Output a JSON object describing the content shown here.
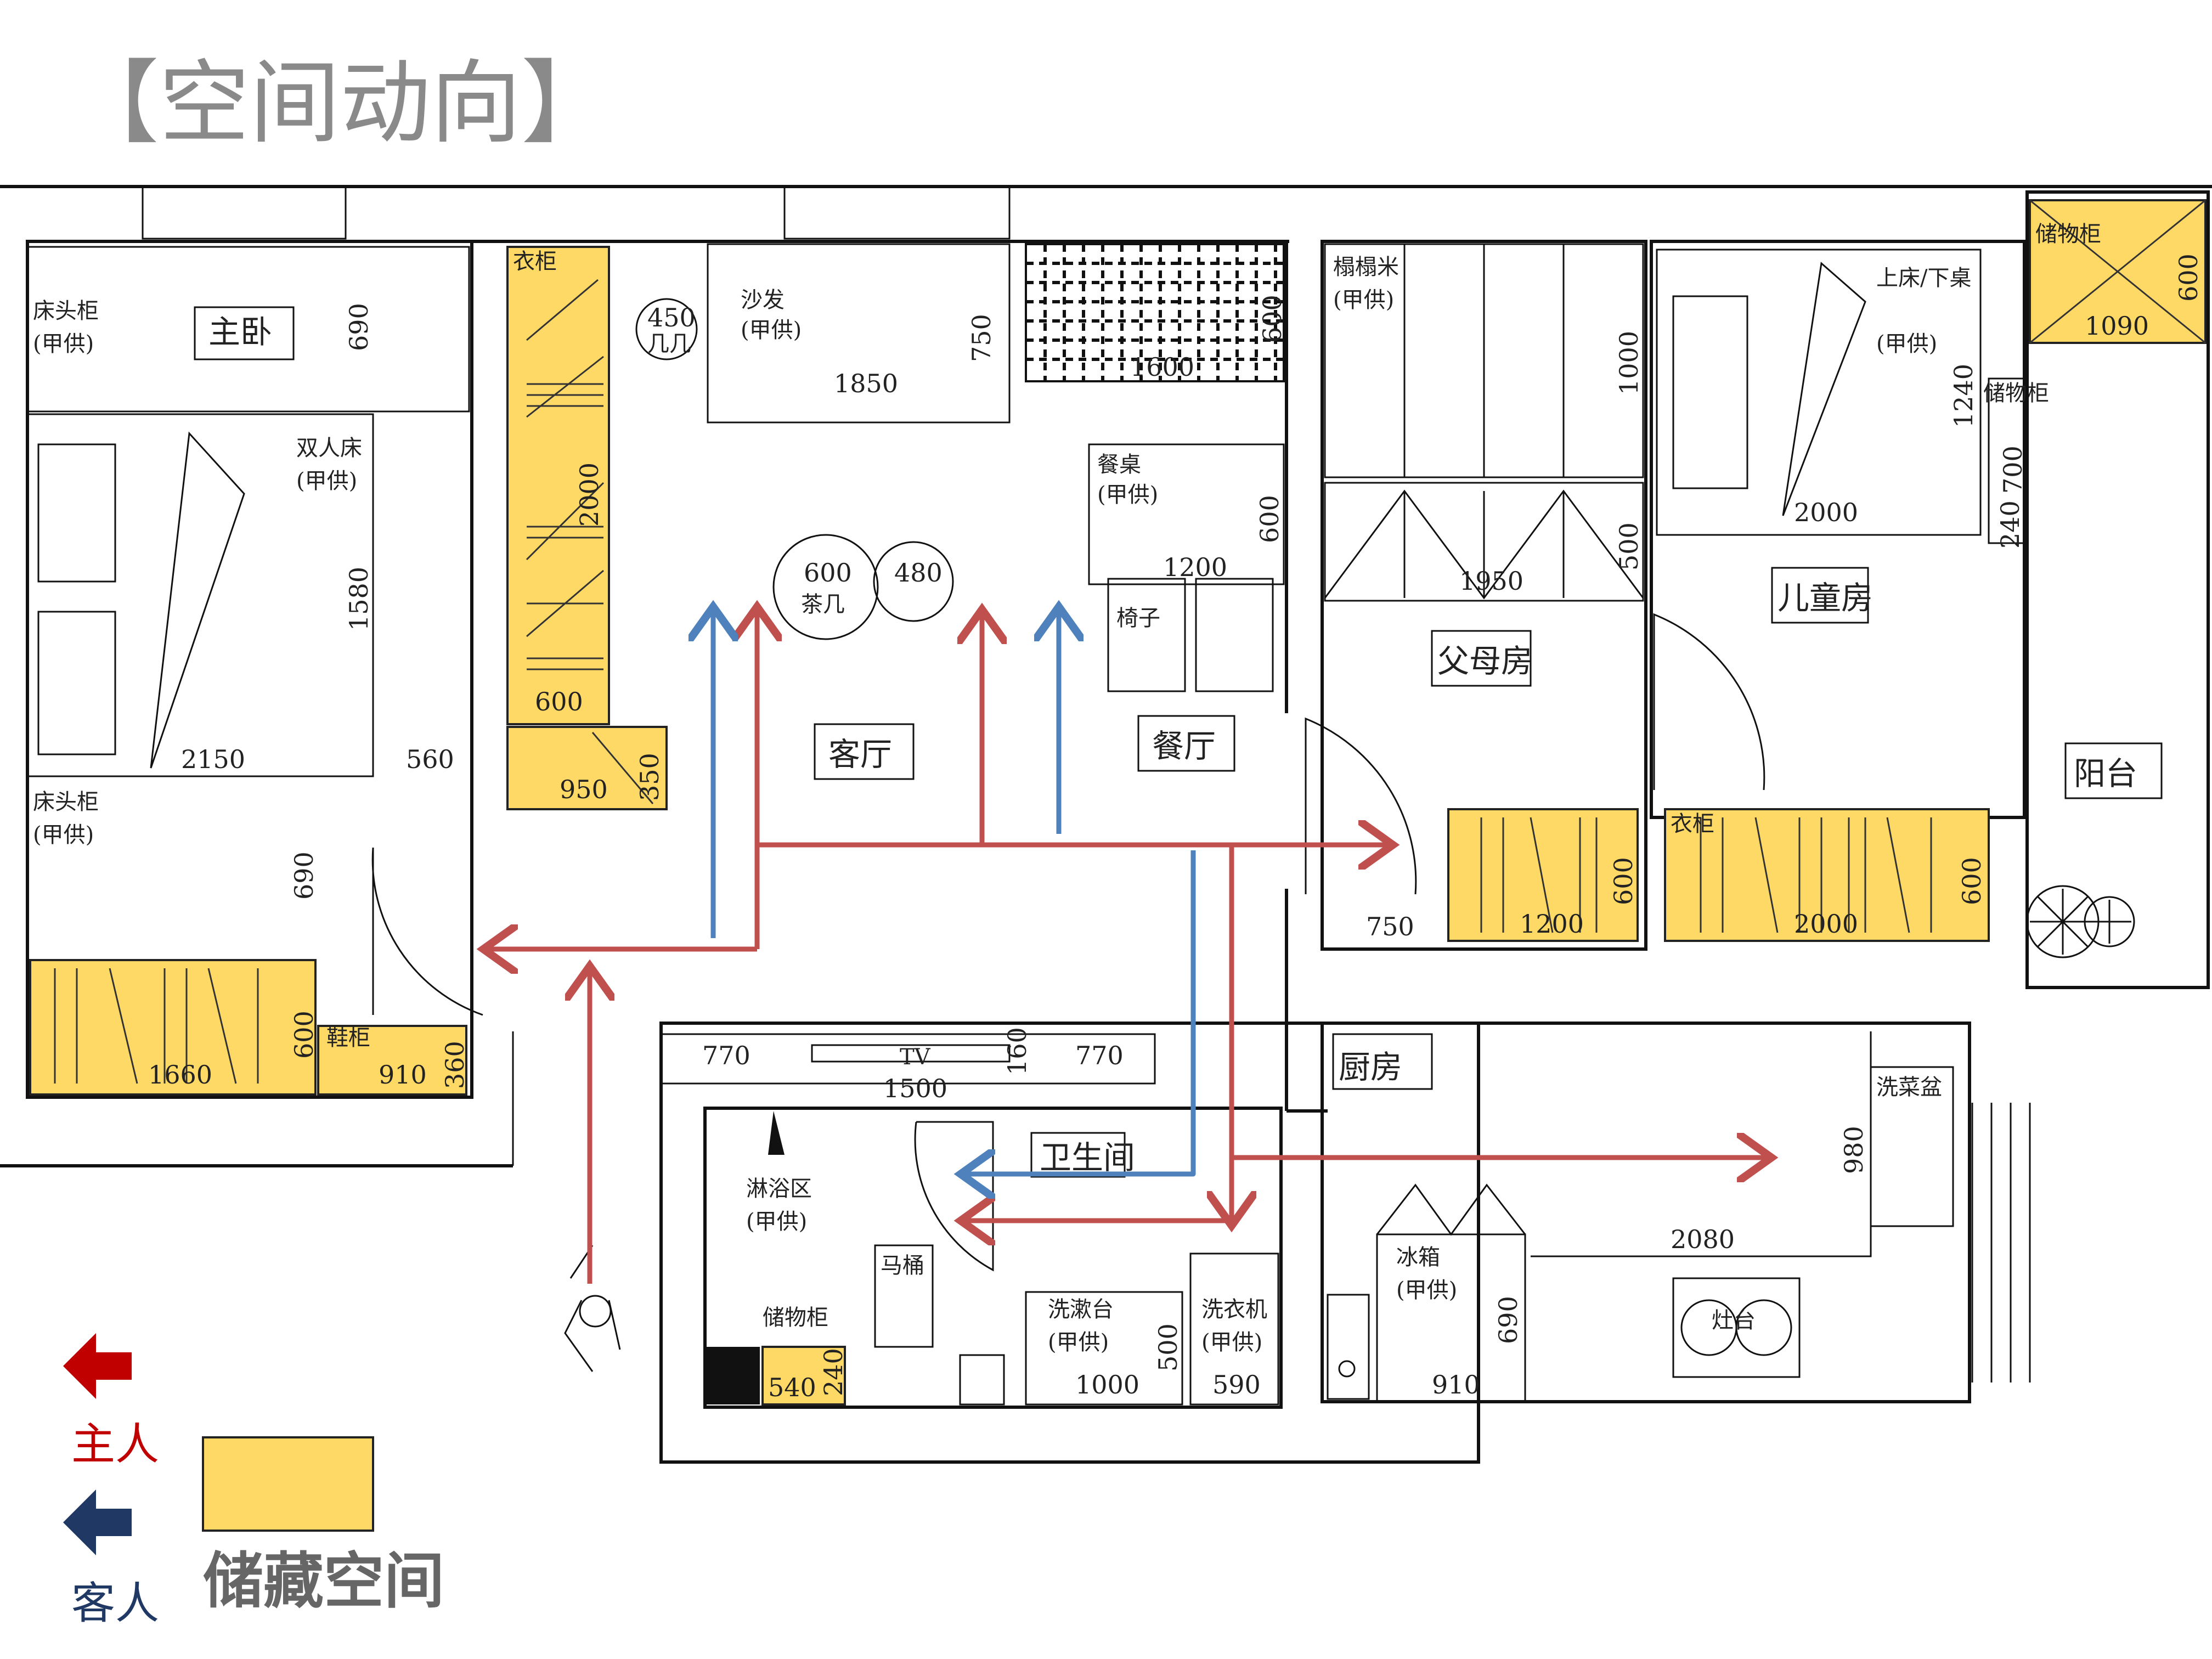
{
  "title": "【空间动向】",
  "rooms": {
    "master": "主卧",
    "living": "客厅",
    "dining": "餐厅",
    "parents": "父母房",
    "kids": "儿童房",
    "balcony": "阳台",
    "kitchen": "厨房",
    "bath": "卫生间"
  },
  "furniture": {
    "wardrobe": "衣柜",
    "item_tag": "(甲供)",
    "bedside": "床头柜",
    "double_bed": "双人床",
    "sofa": "沙发",
    "side_table": "几几",
    "coffee_table": "茶几",
    "dining_table": "餐桌",
    "chair": "椅子",
    "tatami": "榻榻米",
    "bed_desk": "上床/下桌",
    "storage_cab": "储物柜",
    "shoe_cab": "鞋柜",
    "shower": "淋浴区",
    "toilet": "马桶",
    "wash_basin": "洗漱台",
    "washer": "洗衣机",
    "fridge": "冰箱",
    "cooktop": "灶台",
    "sink": "洗菜盆",
    "tv": "TV"
  },
  "dims": {
    "d690a": "690",
    "d1580": "1580",
    "d2150": "2150",
    "d560": "560",
    "d690b": "690",
    "d1660": "1660",
    "d600a": "600",
    "d910a": "910",
    "d360": "360",
    "d2000a": "2000",
    "d600b": "600",
    "d950": "950",
    "d350": "350",
    "d450": "450",
    "d1850": "1850",
    "d750a": "750",
    "d600c": "600",
    "d480": "480",
    "d1600": "1600",
    "d600d": "600",
    "d1200a": "1200",
    "d600e": "600",
    "d1000a": "1000",
    "d500a": "500",
    "d1950": "1950",
    "d750b": "750",
    "d1200b": "1200",
    "d600f": "600",
    "d2000b": "2000",
    "d600g": "600",
    "d1240": "1240",
    "d2000c": "2000",
    "d700": "700",
    "d240": "240",
    "d1090": "1090",
    "d600h": "600",
    "d770a": "770",
    "d160": "160",
    "d770b": "770",
    "d1500": "1500",
    "d540": "540",
    "d240b": "240",
    "d1000b": "1000",
    "d500b": "500",
    "d590": "590",
    "d910b": "910",
    "d690c": "690",
    "d2080": "2080",
    "d980": "980"
  },
  "legend": {
    "host": "主人",
    "guest": "客人",
    "storage": "储藏空间",
    "host_color": "#c00000",
    "guest_color": "#1f3864"
  },
  "colors": {
    "storage_fill": "#ffd966",
    "host_arrow": "#c0504d",
    "guest_arrow": "#4f81bd"
  }
}
